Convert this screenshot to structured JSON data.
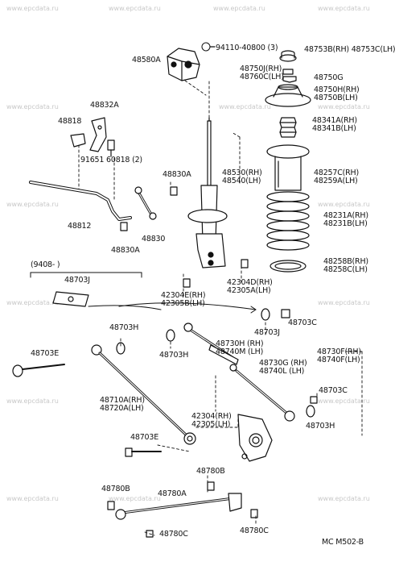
{
  "watermark": "www.epcdata.ru",
  "diagram_code": "MC  M502-B",
  "parts": {
    "p48580A": "48580A",
    "p94110": "94110-40800 (3)",
    "p48753": "48753B(RH) 48753C(LH)",
    "p48750J": "48750J(RH)",
    "p48760C": "48760C(LH)",
    "p48750G": "48750G",
    "p48750H": "48750H(RH)",
    "p48750B": "48750B(LH)",
    "p48832A": "48832A",
    "p48818": "48818",
    "p91651": "91651 60818 (2)",
    "p48341A": "48341A(RH)",
    "p48341B": "48341B(LH)",
    "p48830A_top": "48830A",
    "p48530": "48530(RH)",
    "p48540": "48540(LH)",
    "p48257C": "48257C(RH)",
    "p48259A": "48259A(LH)",
    "p48231A": "48231A(RH)",
    "p48231B": "48231B(LH)",
    "p48812": "48812",
    "p48830": "48830",
    "p48830A_bot": "48830A",
    "p48258B": "48258B(RH)",
    "p48258C": "48258C(LH)",
    "p9408": "(9408-      )",
    "p48703J_a": "48703J",
    "p42304E": "42304E(RH)",
    "p42305B": "42305B(LH)",
    "p42304D": "42304D(RH)",
    "p42305A": "42305A(LH)",
    "p48703C_a": "48703C",
    "p48703J_b": "48703J",
    "p48703H_a": "48703H",
    "p48703H_b": "48703H",
    "p48730H": "48730H (RH)",
    "p48740M": "48740M (LH)",
    "p48730F": "48730F(RH)",
    "p48740F": "48740F(LH)",
    "p48703E_a": "48703E",
    "p48730G": "48730G (RH)",
    "p48740L": "48740L (LH)",
    "p48703C_b": "48703C",
    "p48710A": "48710A(RH)",
    "p48720A": "48720A(LH)",
    "p48703H_c": "48703H",
    "p42304": "42304(RH)",
    "p42305": "42305(LH)",
    "p48703E_b": "48703E",
    "p48780B_a": "48780B",
    "p48780B_b": "48780B",
    "p48780A": "48780A",
    "p48780C_a": "48780C",
    "p48780C_b": "48780C"
  }
}
